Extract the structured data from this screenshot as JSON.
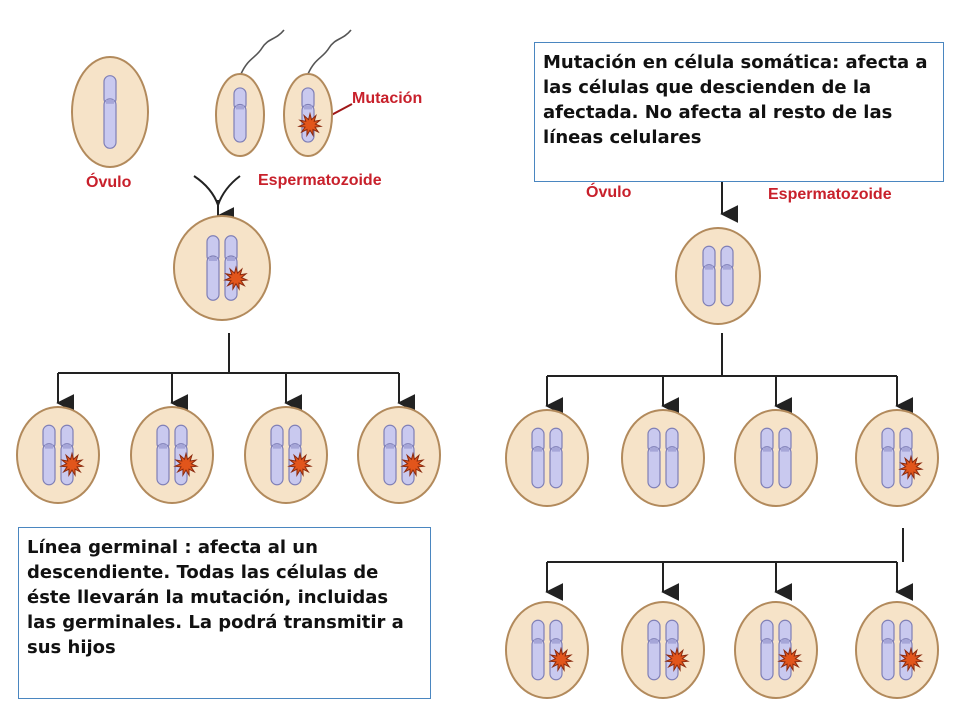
{
  "labels": {
    "left_ovum": "Óvulo",
    "left_sperm": "Espermatozoide",
    "mutation": "Mutación",
    "right_ovum": "Óvulo",
    "right_sperm": "Espermatozoide"
  },
  "notes": {
    "somatic": "Mutación en célula somática: afecta a las células que descienden de la afectada. No afecta al resto de las líneas celulares",
    "germline": "Línea germinal : afecta al un descendiente. Todas las células de éste llevarán la mutación, incluidas las germinales. La podrá transmitir a sus hijos"
  },
  "colors": {
    "cell_fill": "#f6e3c8",
    "cell_stroke": "#b28a5c",
    "chromosome": "#c9c9ef",
    "chromosome_stroke": "#7f7fb6",
    "mutation_star": "#e2551b",
    "label_red": "#c8202b",
    "note_border": "#4a86c0"
  }
}
